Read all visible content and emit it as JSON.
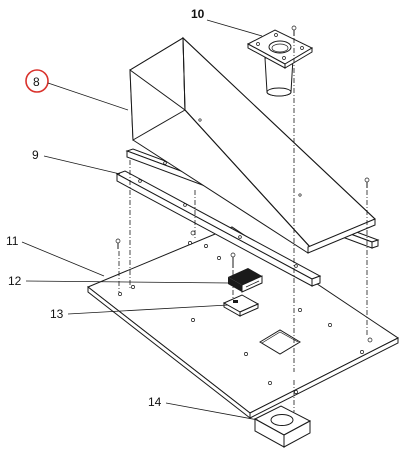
{
  "diagram": {
    "callouts": [
      {
        "id": "p8",
        "label": "8",
        "circled": true,
        "circle_color": "#d9312b"
      },
      {
        "id": "p9",
        "label": "9"
      },
      {
        "id": "p10",
        "label": "10",
        "bold": true
      },
      {
        "id": "p11",
        "label": "11"
      },
      {
        "id": "p12",
        "label": "12"
      },
      {
        "id": "p13",
        "label": "13"
      },
      {
        "id": "p14",
        "label": "14"
      }
    ]
  }
}
